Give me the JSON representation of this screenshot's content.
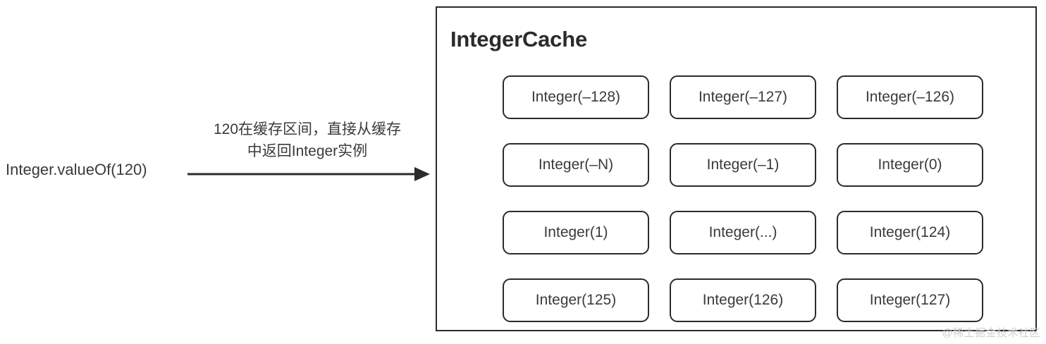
{
  "diagram": {
    "call_expression": "Integer.valueOf(120)",
    "arrow": {
      "icon": "right-arrow-icon",
      "caption_line_1": "120在缓存区间，直接从缓存",
      "caption_line_2": "中返回Integer实例"
    },
    "panel": {
      "title": "IntegerCache",
      "cells": [
        "Integer(–128)",
        "Integer(–127)",
        "Integer(–126)",
        "Integer(–N)",
        "Integer(–1)",
        "Integer(0)",
        "Integer(1)",
        "Integer(...)",
        "Integer(124)",
        "Integer(125)",
        "Integer(126)",
        "Integer(127)"
      ]
    },
    "watermark": "@稀土掘金技术社区",
    "colors": {
      "stroke": "#2b2b2b",
      "text": "#3a3a3a",
      "background": "#ffffff",
      "watermark": "#cfcfcf"
    }
  }
}
